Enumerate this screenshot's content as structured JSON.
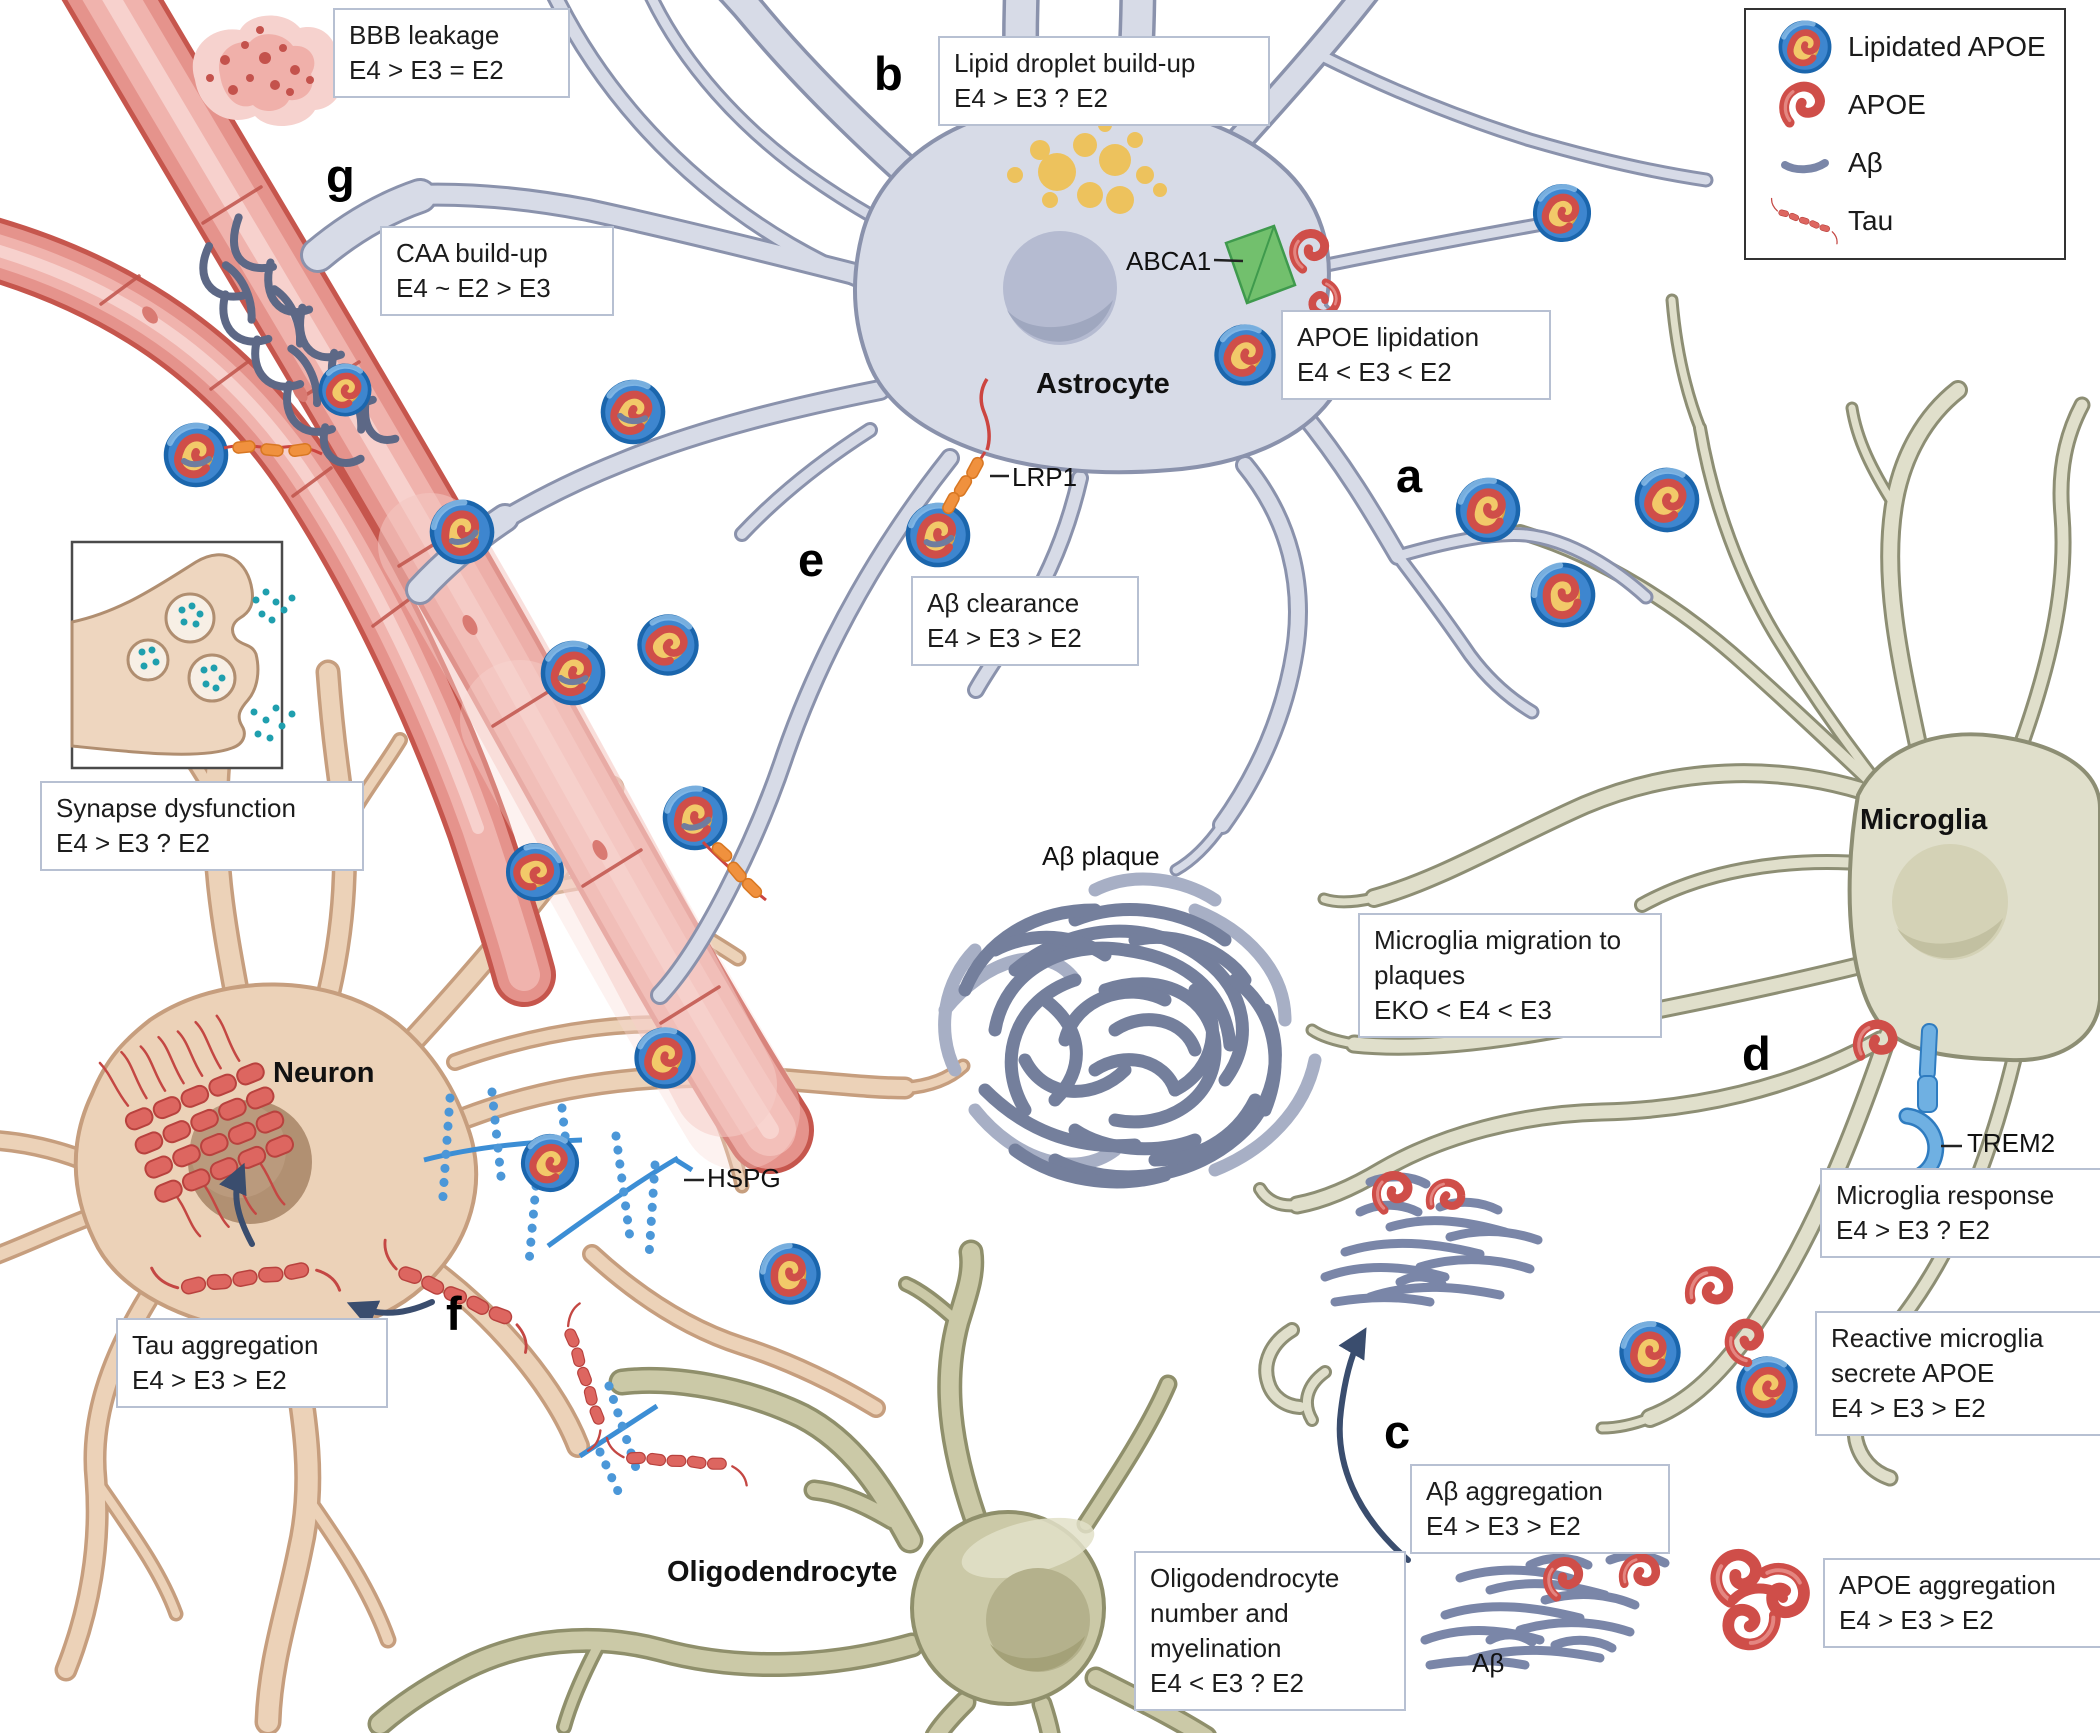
{
  "legend": {
    "items": [
      {
        "icon": "lipidated-apoe-icon",
        "label": "Lipidated APOE"
      },
      {
        "icon": "apoe-icon",
        "label": "APOE"
      },
      {
        "icon": "abeta-icon",
        "label": "Aβ"
      },
      {
        "icon": "tau-icon",
        "label": "Tau"
      }
    ]
  },
  "cells": {
    "astrocyte": "Astrocyte",
    "microglia": "Microglia",
    "neuron": "Neuron",
    "oligodendrocyte": "Oligodendrocyte"
  },
  "panel_letters": {
    "a": "a",
    "b": "b",
    "c": "c",
    "d": "d",
    "e": "e",
    "f": "f",
    "g": "g"
  },
  "molecule_labels": {
    "abca1": "ABCA1",
    "lrp1": "LRP1",
    "hspg": "HSPG",
    "trem2": "TREM2",
    "abeta": "Aβ",
    "abeta_plaque": "Aβ plaque"
  },
  "annotations": {
    "bbb_leakage": {
      "title": "BBB leakage",
      "comparison": "E4 > E3 = E2"
    },
    "lipid_droplet": {
      "title": "Lipid droplet build-up",
      "comparison": "E4 > E3 ? E2"
    },
    "caa": {
      "title": "CAA build-up",
      "comparison": "E4 ~ E2 > E3"
    },
    "apoe_lipidation": {
      "title": "APOE lipidation",
      "comparison": "E4 < E3 < E2"
    },
    "abeta_clearance": {
      "title": "Aβ clearance",
      "comparison": "E4 > E3 > E2"
    },
    "synapse_dysfunction": {
      "title": "Synapse dysfunction",
      "comparison": "E4 > E3 ? E2"
    },
    "microglia_migration": {
      "title": "Microglia migration to plaques",
      "comparison": "EKO < E4 < E3"
    },
    "microglia_response": {
      "title": "Microglia response",
      "comparison": "E4 > E3 ? E2"
    },
    "reactive_microglia": {
      "title": "Reactive microglia secrete APOE",
      "comparison": "E4 > E3 > E2"
    },
    "tau_aggregation": {
      "title": "Tau aggregation",
      "comparison": "E4 > E3 > E2"
    },
    "oligo_myelination": {
      "title": "Oligodendrocyte number and myelination",
      "comparison": "E4 < E3 ? E2"
    },
    "abeta_aggregation": {
      "title": "Aβ aggregation",
      "comparison": "E4 > E3 > E2"
    },
    "apoe_aggregation": {
      "title": "APOE aggregation",
      "comparison": "E4 > E3 > E2"
    }
  },
  "colors": {
    "astrocyte": "#d7dbe7",
    "microglia": "#e0dfcb",
    "neuron": "#ecd2b8",
    "oligodendrocyte": "#cbc9a7",
    "vessel_red": "#e5938c",
    "apoe_red": "#cf4e49",
    "abeta_slate": "#7a86a8",
    "lipoprotein_blue": "#3e86cf",
    "lipid_yellow": "#edc25d",
    "abca1_green": "#72c06d",
    "trem2_blue": "#6fb0e2",
    "hspg_blue": "#3c8ed5",
    "synapse_teal": "#1f9fae",
    "arrow_navy": "#3a4d6e",
    "box_border": "#b7c0d2"
  }
}
